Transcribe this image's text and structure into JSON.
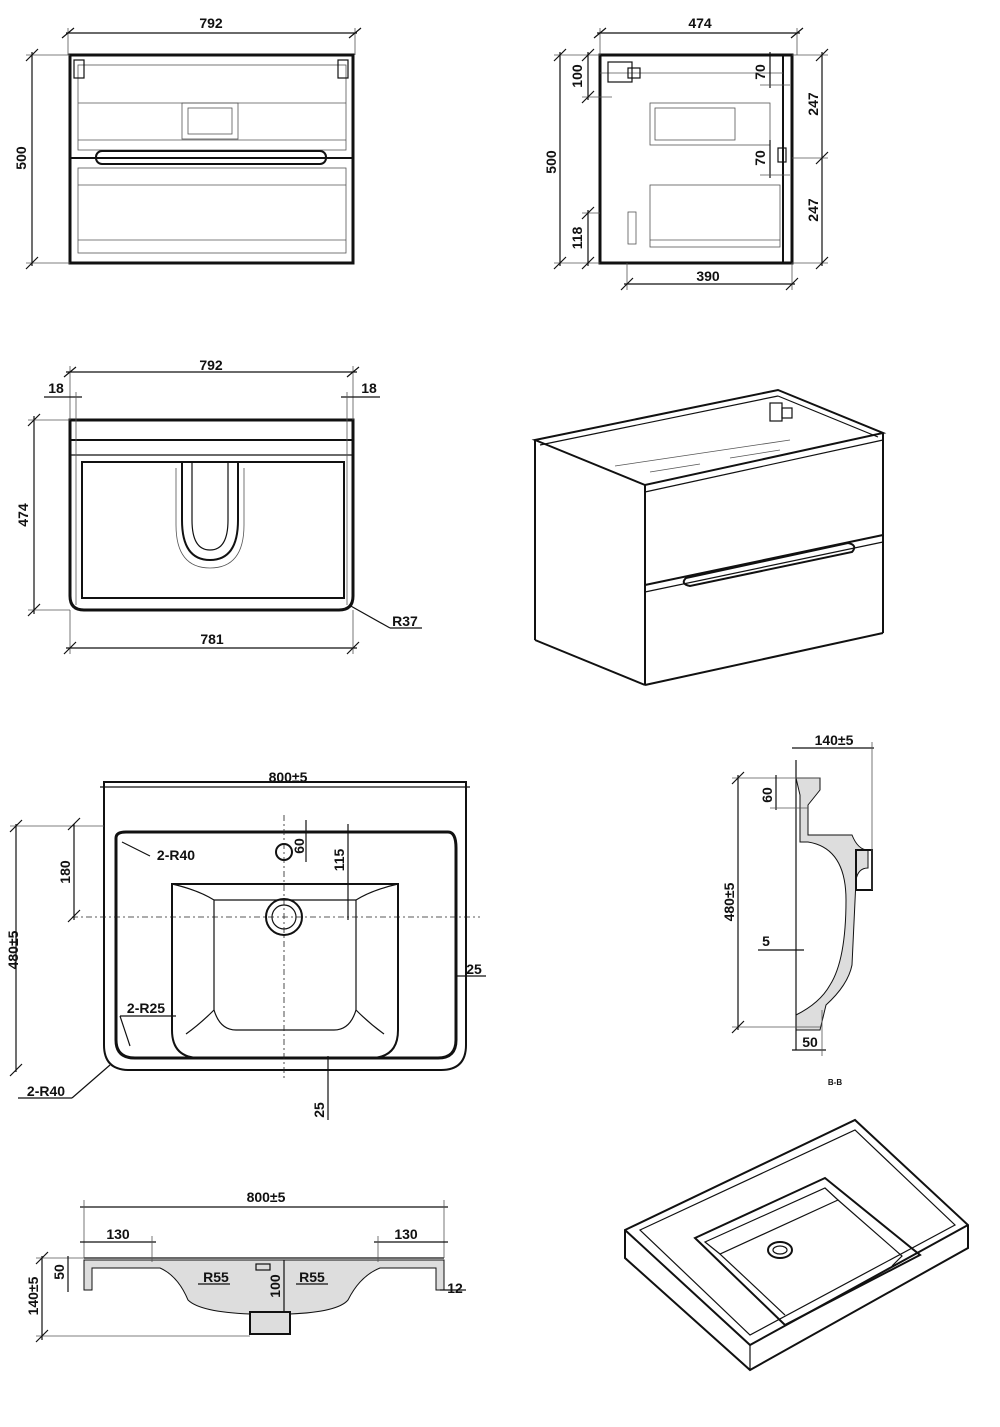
{
  "views": {
    "front": {
      "width": "792",
      "height": "500"
    },
    "side": {
      "depth": "474",
      "height": "500",
      "top_offset": "100",
      "drawer_gap_1": "70",
      "drawer_gap_2": "70",
      "drawer_1": "247",
      "drawer_2": "247",
      "bottom_offset": "118",
      "inner_depth": "390"
    },
    "top": {
      "width": "792",
      "panel_left": "18",
      "panel_right": "18",
      "depth": "474",
      "bottom_width": "781",
      "corner_radius": "R37"
    },
    "basin_plan": {
      "width": "800±5",
      "depth": "480±5",
      "bowl_offset": "180",
      "tap_hole": "60",
      "drain_offset": "115",
      "corner_outer": "2-R40",
      "corner_inner": "2-R25",
      "corner_bottom": "2-R40",
      "edge_right": "25",
      "edge_bottom": "25"
    },
    "basin_section": {
      "height": "140±5",
      "depth": "480±5",
      "top_edge": "60",
      "wall": "5",
      "bottom": "50",
      "section_label": "B-B"
    },
    "basin_front": {
      "width": "800±5",
      "left_flat": "130",
      "right_flat": "130",
      "height": "140±5",
      "rim": "50",
      "radius_left": "R55",
      "radius_right": "R55",
      "drain_depth": "100",
      "edge": "12"
    }
  },
  "colors": {
    "line": "#111111",
    "background": "#ffffff"
  }
}
